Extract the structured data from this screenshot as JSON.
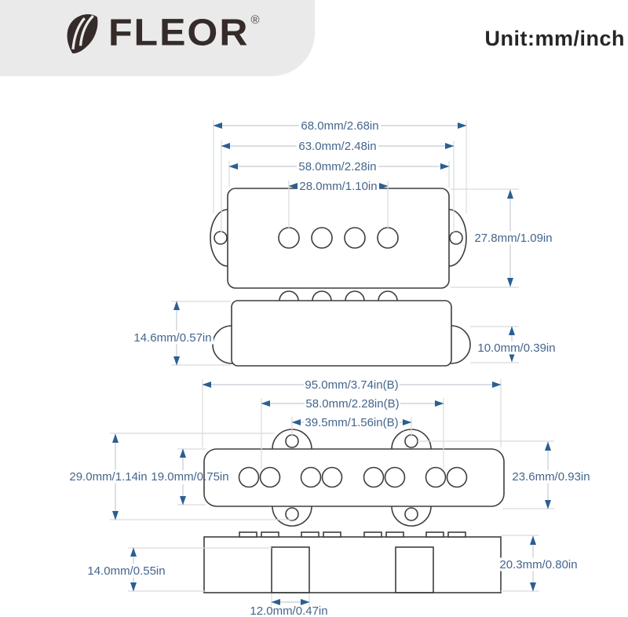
{
  "header": {
    "brand": "FLEOR",
    "registered": "®",
    "unit_label": "Unit:mm/inch"
  },
  "p_pickup_front": {
    "dim_width_outer": "68.0mm/2.68in",
    "dim_width_holes": "63.0mm/2.48in",
    "dim_width_body": "58.0mm/2.28in",
    "dim_pole_span": "28.0mm/1.10in",
    "dim_height": "27.8mm/1.09in"
  },
  "p_pickup_side": {
    "dim_height": "14.6mm/0.57in",
    "dim_tab_height": "10.0mm/0.39in"
  },
  "j_pickup_front": {
    "dim_width_outer": "95.0mm/3.74in(B)",
    "dim_pole_span": "58.0mm/2.28in(B)",
    "dim_ear_span": "39.5mm/1.56in(B)",
    "dim_height_outer": "29.0mm/1.14in",
    "dim_height_body": "19.0mm/0.75in",
    "dim_height_right": "23.6mm/0.93in"
  },
  "j_pickup_side": {
    "dim_lug_height": "14.0mm/0.55in",
    "dim_height": "20.3mm/0.80in",
    "dim_lug_width": "12.0mm/0.47in"
  },
  "colors": {
    "outline": "#3e3e3e",
    "extension_line": "#d8dbdd",
    "dimension_line": "#c4ccd3",
    "arrow": "#2b5f92",
    "dimension_text": "#44658c",
    "brand": "#352b28",
    "header_background": "#eaeaeb"
  }
}
